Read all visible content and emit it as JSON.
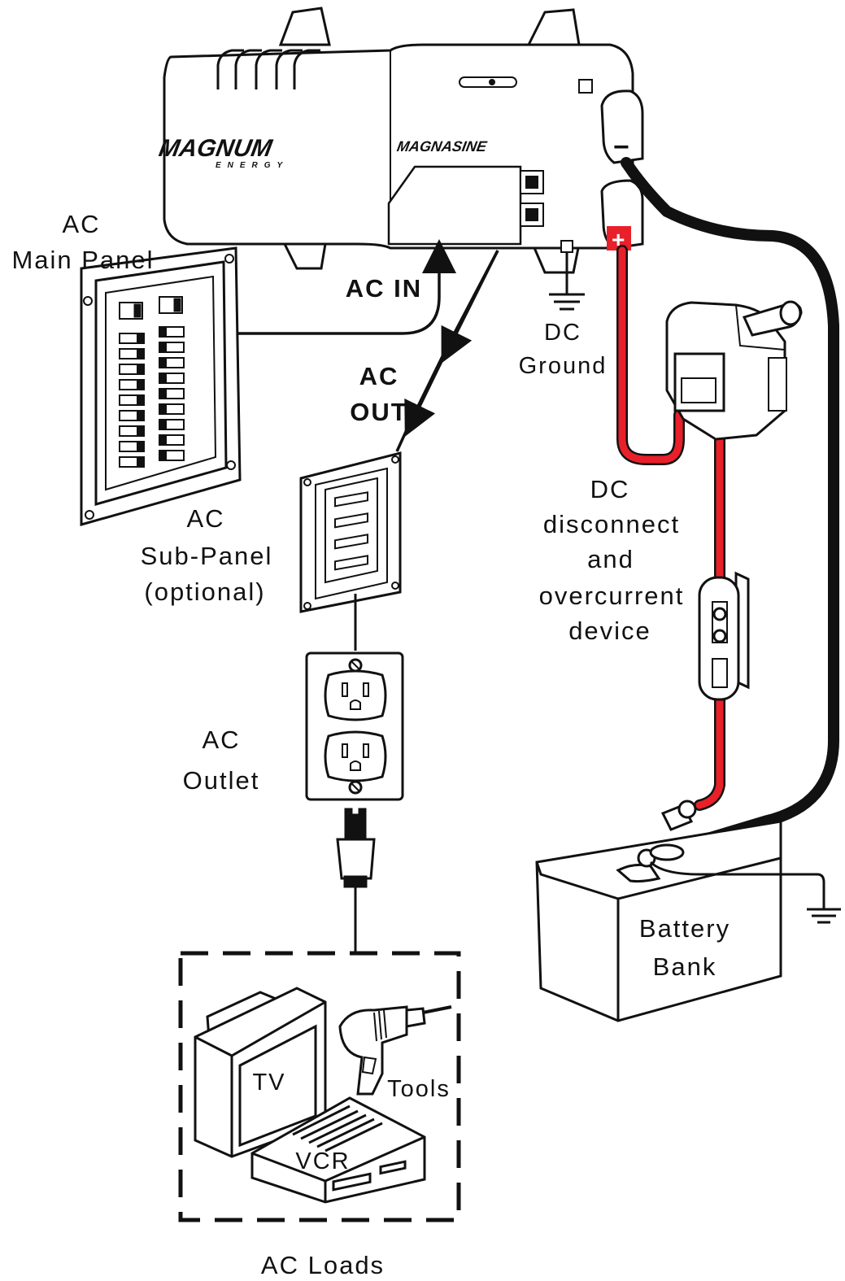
{
  "diagram": {
    "brand": {
      "logo": "MAGNUM",
      "logo_sub": "ENERGY",
      "product": "MAGNASINE"
    },
    "labels": {
      "ac_main_panel_l1": "AC",
      "ac_main_panel_l2": "Main Panel",
      "ac_in": "AC IN",
      "ac_out_l1": "AC",
      "ac_out_l2": "OUT",
      "dc_ground_l1": "DC",
      "dc_ground_l2": "Ground",
      "ac_sub_panel_l1": "AC",
      "ac_sub_panel_l2": "Sub-Panel",
      "ac_sub_panel_l3": "(optional)",
      "dc_disconnect_l1": "DC",
      "dc_disconnect_l2": "disconnect",
      "dc_disconnect_l3": "and",
      "dc_disconnect_l4": "overcurrent",
      "dc_disconnect_l5": "device",
      "ac_outlet_l1": "AC",
      "ac_outlet_l2": "Outlet",
      "battery_l1": "Battery",
      "battery_l2": "Bank",
      "tv": "TV",
      "tools": "Tools",
      "vcr": "VCR",
      "ac_loads": "AC Loads",
      "neg_terminal": "−",
      "pos_terminal": "+"
    },
    "colors": {
      "positive_cable": "#e8202a",
      "negative_cable": "#111111",
      "line": "#111111"
    }
  }
}
